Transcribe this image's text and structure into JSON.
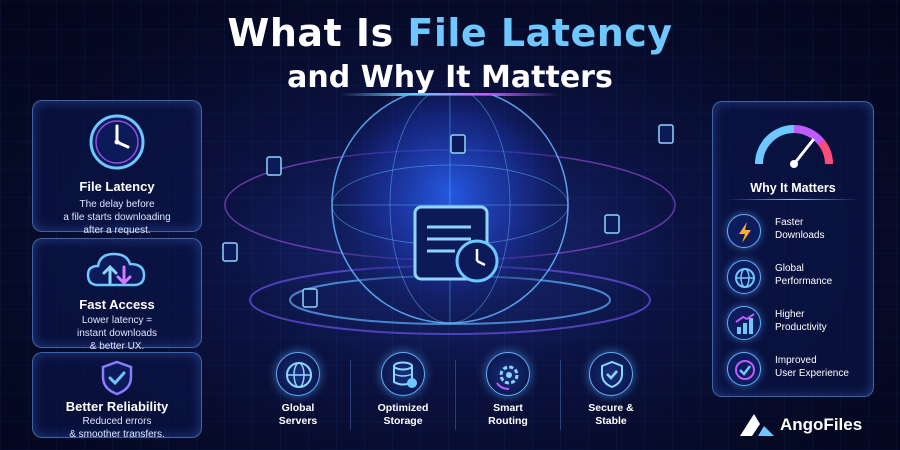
{
  "title": {
    "line1_prefix": "What Is ",
    "line1_accent": "File Latency",
    "line2": "and Why It Matters"
  },
  "left_panel": [
    {
      "heading": "File Latency",
      "description_lines": [
        "The delay before",
        "a file starts downloading",
        "after a request."
      ],
      "icon": "clock-icon"
    },
    {
      "heading": "Fast Access",
      "description_lines": [
        "Lower latency =",
        "instant downloads",
        "& better UX."
      ],
      "icon": "cloud-transfer-icon"
    },
    {
      "heading": "Better Reliability",
      "description_lines": [
        "Reduced errors",
        "& smoother transfers."
      ],
      "icon": "shield-check-icon"
    }
  ],
  "features": [
    {
      "lines": [
        "Global",
        "Servers"
      ],
      "icon": "globe-icon"
    },
    {
      "lines": [
        "Optimized",
        "Storage"
      ],
      "icon": "database-icon"
    },
    {
      "lines": [
        "Smart",
        "Routing"
      ],
      "icon": "gear-routing-icon"
    },
    {
      "lines": [
        "Secure &",
        "Stable"
      ],
      "icon": "shield-check-icon"
    }
  ],
  "right_panel": {
    "heading": "Why It Matters",
    "gauge_icon": "speedometer-icon",
    "items": [
      {
        "lines": [
          "Faster",
          "Downloads"
        ],
        "icon": "lightning-icon"
      },
      {
        "lines": [
          "Global",
          "Performance"
        ],
        "icon": "globe-icon"
      },
      {
        "lines": [
          "Higher",
          "Productivity"
        ],
        "icon": "bar-chart-icon"
      },
      {
        "lines": [
          "Improved",
          "User Experience"
        ],
        "icon": "check-circle-icon"
      }
    ]
  },
  "brand": {
    "name": "AngoFiles",
    "logo": "ango-logo"
  },
  "colors": {
    "accent": "#6ec8ff",
    "purple": "#c05bff",
    "background": "#060a26",
    "panel_border": "#6eaaff"
  }
}
